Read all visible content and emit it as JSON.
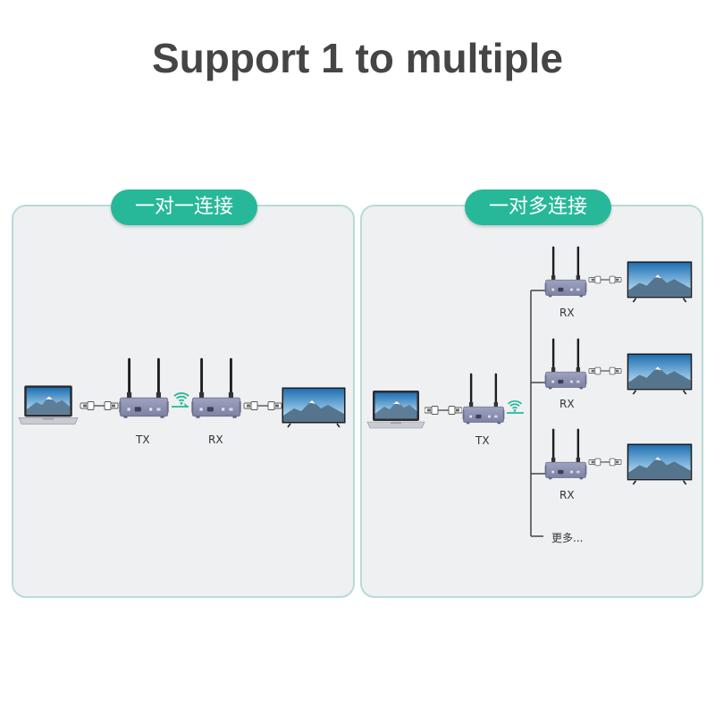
{
  "title": "Support 1 to multiple",
  "left_panel": {
    "badge": "一对一连接",
    "tx_label": "TX",
    "rx_label": "RX"
  },
  "right_panel": {
    "badge": "一对多连接",
    "tx_label": "TX",
    "rx_labels": [
      "RX",
      "RX",
      "RX"
    ],
    "more_label": "更多..."
  },
  "colors": {
    "accent": "#27b89a",
    "panel_bg": "#eef0f2",
    "panel_border": "#b6dcd6",
    "title": "#454545"
  }
}
